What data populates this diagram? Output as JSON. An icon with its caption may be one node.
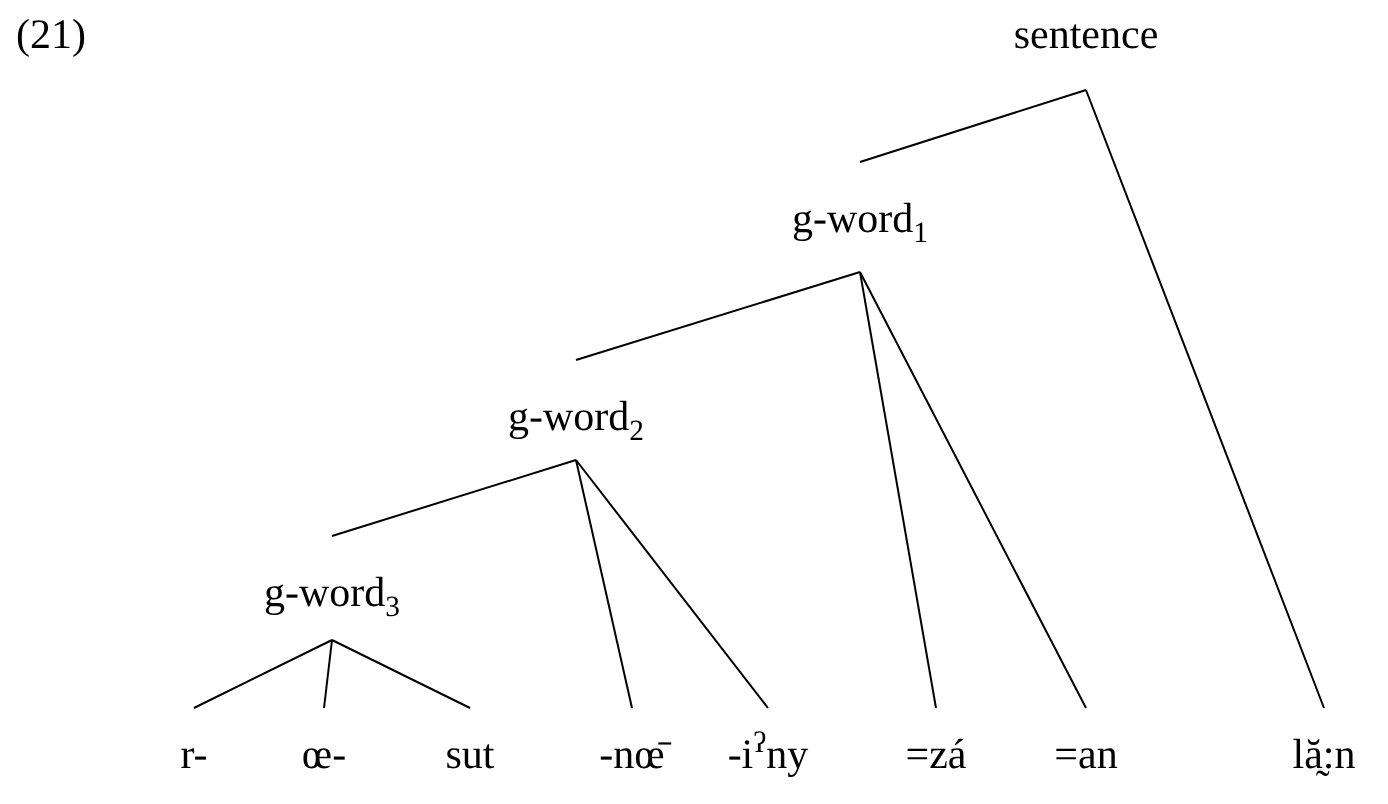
{
  "diagram": {
    "nodes": [
      {
        "text": [
          "sentence"
        ]
      },
      {
        "text": [
          "g-word$_{1}$"
        ]
      },
      {
        "text": [
          "g-word$_{2}$"
        ]
      },
      {
        "text": [
          "g-word$_{3}$"
        ]
      },
      {
        "text": [
          "r-"
        ]
      },
      {
        "text": [
          "œ-"
        ]
      },
      {
        "text": [
          "sut"
        ]
      },
      {
        "text": [
          "-nœ̄"
        ]
      },
      {
        "text": [
          "-i$^{ʔ}$ny"
        ]
      },
      {
        "text": [
          "=zá"
        ]
      },
      {
        "text": [
          "=an"
        ]
      },
      {
        "text": [
          "lă̰:n"
        ]
      }
    ],
    "edges": [
      {
        "from": 0,
        "to": 1,
        "arrow": "none"
      },
      {
        "from": 0,
        "to": 11,
        "arrow": "none"
      },
      {
        "from": 1,
        "to": 2,
        "arrow": "none"
      },
      {
        "from": 1,
        "to": 9,
        "arrow": "none"
      },
      {
        "from": 1,
        "to": 10,
        "arrow": "none"
      },
      {
        "from": 2,
        "to": 3,
        "arrow": "none"
      },
      {
        "from": 2,
        "to": 7,
        "arrow": "none"
      },
      {
        "from": 2,
        "to": 8,
        "arrow": "none"
      },
      {
        "from": 3,
        "to": 4,
        "arrow": "none"
      },
      {
        "from": 3,
        "to": 5,
        "arrow": "none"
      },
      {
        "from": 3,
        "to": 6,
        "arrow": "none"
      }
    ],
    "labels": [
      "(21)"
    ]
  }
}
